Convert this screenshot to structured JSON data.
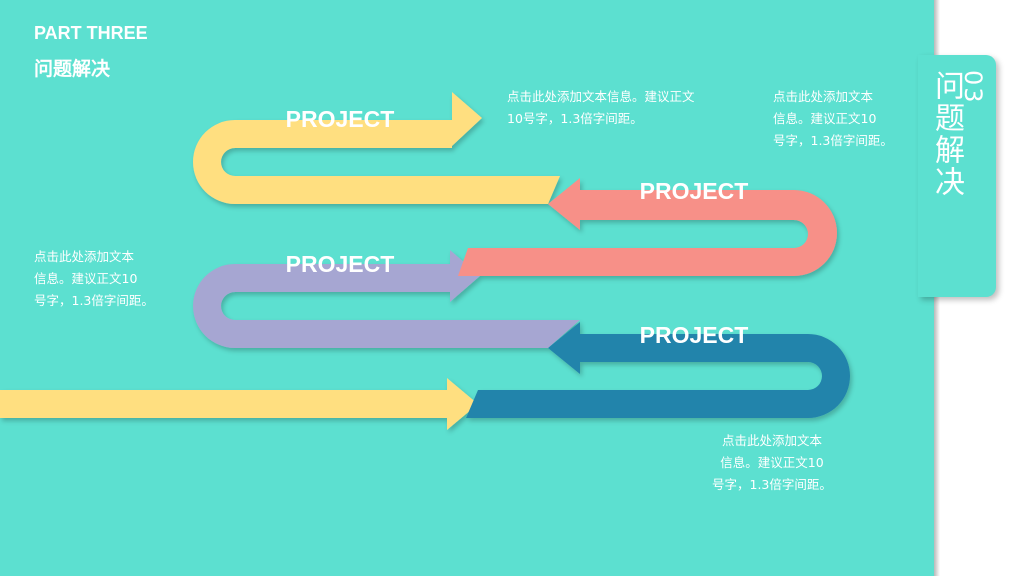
{
  "header": {
    "part": "PART THREE",
    "title": "问题解决"
  },
  "tab": {
    "number": "03",
    "title": "问题解决"
  },
  "steps": [
    {
      "label": "PROJECT",
      "color": "#ffdf80"
    },
    {
      "label": "PROJECT",
      "color": "#f79088"
    },
    {
      "label": "PROJECT",
      "color": "#a6a6d2"
    },
    {
      "label": "PROJECT",
      "color": "#2284ab"
    }
  ],
  "input_arrow_color": "#ffdf80",
  "notes": {
    "top_middle": {
      "line1": "点击此处添加文本信息。建议正文",
      "line2": "10号字，1.3倍字间距。"
    },
    "top_right": {
      "line1": "点击此处添加文本",
      "line2": "信息。建议正文10",
      "line3": "号字，1.3倍字间距。"
    },
    "left": {
      "line1": "点击此处添加文本",
      "line2": "信息。建议正文10",
      "line3": "号字，1.3倍字间距。"
    },
    "bottom_right": {
      "line1": "点击此处添加文本",
      "line2": "信息。建议正文10",
      "line3": "号字，1.3倍字间距。"
    }
  }
}
